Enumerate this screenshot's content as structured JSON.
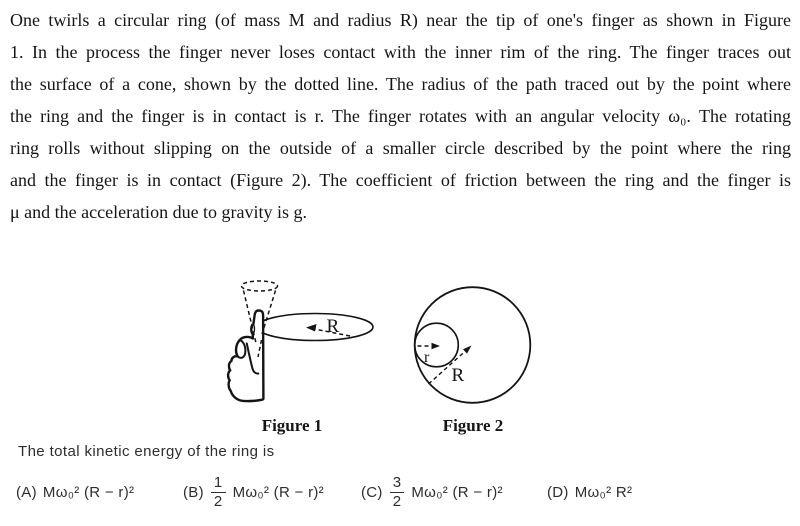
{
  "problem": {
    "lines": [
      "One twirls a circular ring (of mass M and radius R) near the tip of one's finger as shown in Figure",
      "1. In the process the finger never loses contact with the inner rim of the ring. The finger traces out",
      "the surface of a cone, shown by the dotted line. The radius of the path traced out by the point where",
      "the ring and the finger is in contact is r. The finger rotates with an angular velocity ω₀. The rotating",
      "ring rolls without slipping on the outside of a smaller circle described by the point where the ring",
      "and the finger is in contact (Figure 2). The coefficient of friction between the ring and the finger is",
      "μ and the acceleration due to gravity is g."
    ]
  },
  "figures": {
    "fig1": {
      "caption": "Figure 1",
      "radius_label": "R"
    },
    "fig2": {
      "caption": "Figure 2",
      "small_radius_label": "r",
      "large_radius_label": "R"
    }
  },
  "question": {
    "text": "The total kinetic energy of the ring is"
  },
  "options": [
    {
      "label": "(A)",
      "formula": "Mω₀² (R − r)²"
    },
    {
      "label": "(B)",
      "frac_num": "1",
      "frac_den": "2",
      "formula": "Mω₀² (R − r)²"
    },
    {
      "label": "(C)",
      "frac_num": "3",
      "frac_den": "2",
      "formula": "Mω₀² (R − r)²"
    },
    {
      "label": "(D)",
      "formula": "Mω₀² R²"
    }
  ],
  "colors": {
    "text": "#151515",
    "ui_text": "#2e2e2e",
    "background": "#ffffff"
  }
}
